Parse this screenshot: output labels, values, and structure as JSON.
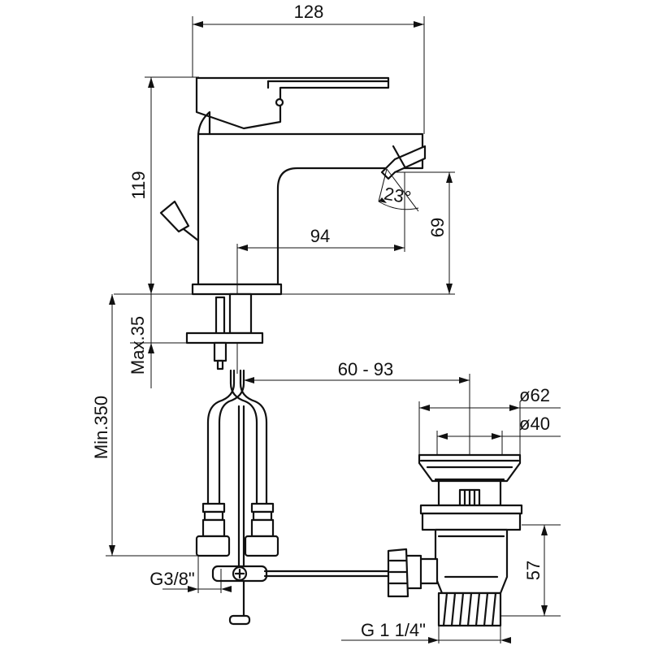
{
  "drawing": {
    "dimensions": {
      "width_top": "128",
      "height_total": "119",
      "spout_reach": "94",
      "spout_height": "69",
      "spout_angle": "23°",
      "max_thickness": "Max.35",
      "min_length": "Min.350",
      "lever_reach": "60 - 93",
      "diameter_62": "ø62",
      "diameter_40": "ø40",
      "waste_height": "57",
      "hose_thread": "G3/8\"",
      "waste_thread": "G 1 1/4\""
    },
    "colors": {
      "line": "#111111",
      "background": "#ffffff"
    }
  }
}
